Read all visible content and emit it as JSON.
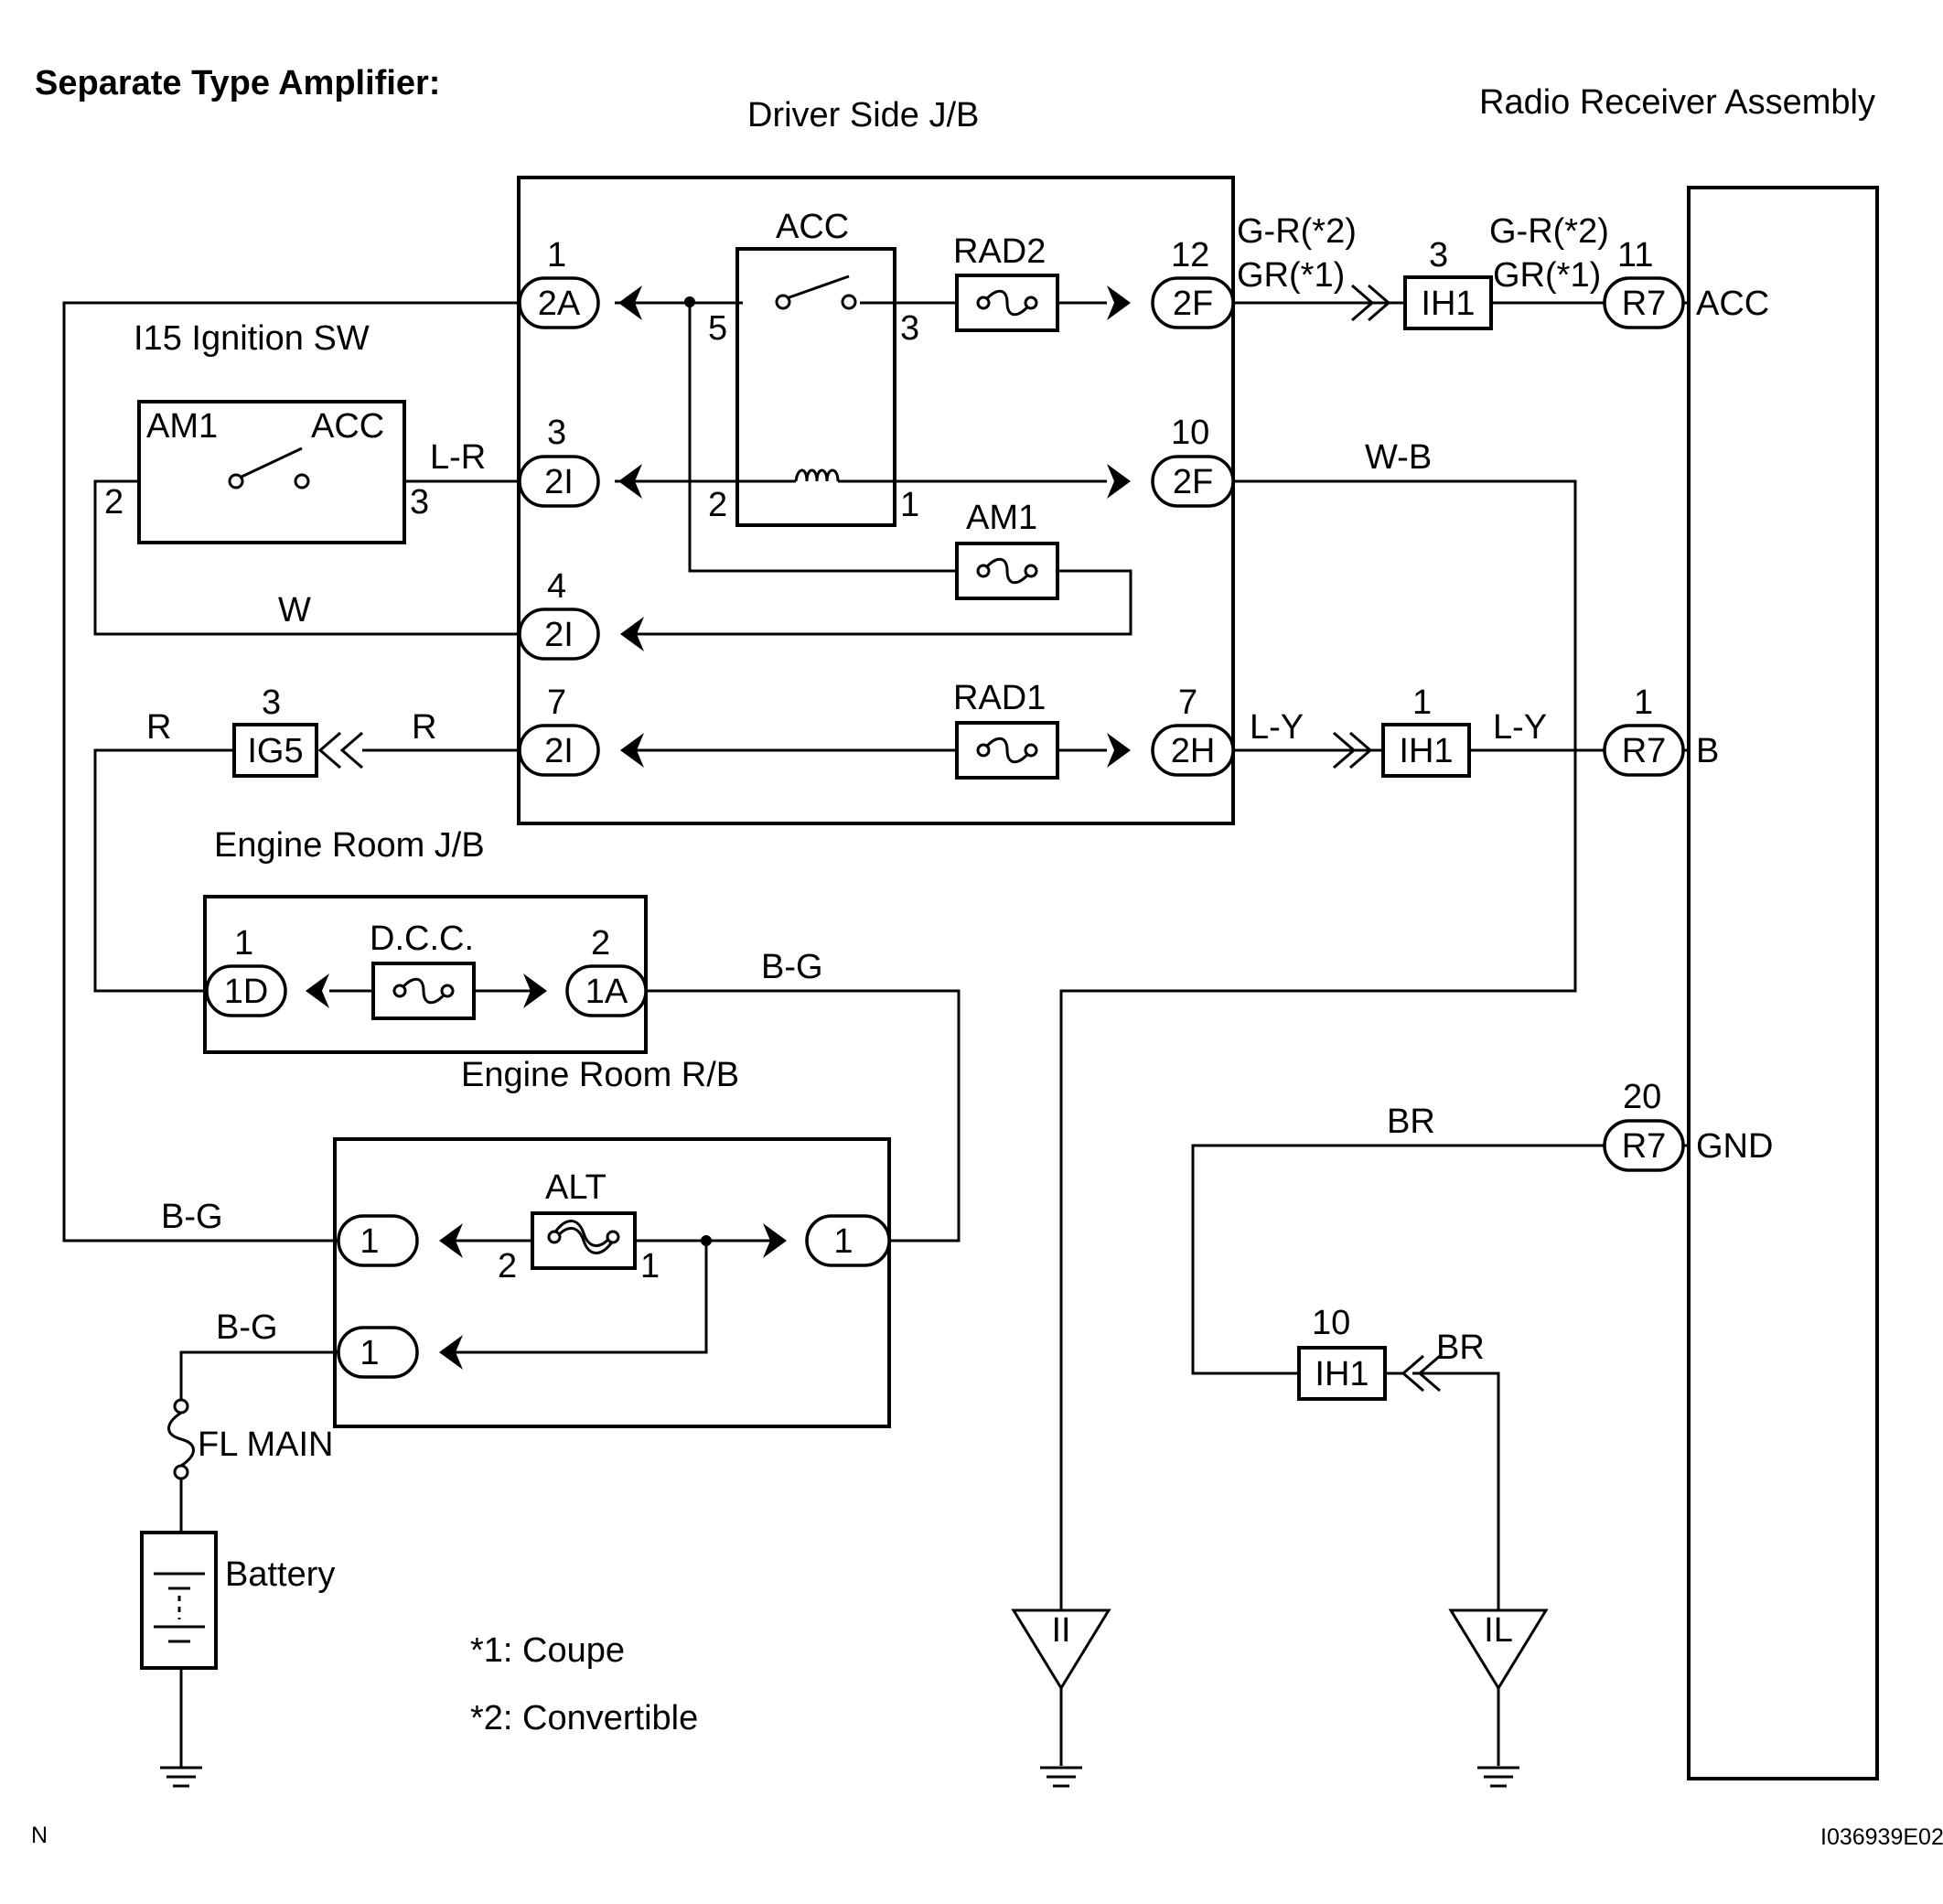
{
  "title": "Separate Type Amplifier:",
  "footer_left": "N",
  "footer_right": "I036939E02",
  "notes": [
    "*1: Coupe",
    "*2: Convertible"
  ],
  "components": {
    "driver_jb": "Driver Side J/B",
    "radio": "Radio Receiver Assembly",
    "ignition_sw": "I15  Ignition SW",
    "ign_am1": "AM1",
    "ign_acc": "ACC",
    "relay_acc": "ACC",
    "rad2": "RAD2",
    "am1_fuse": "AM1",
    "rad1": "RAD1",
    "engine_jb": "Engine Room J/B",
    "dcc": "D.C.C.",
    "engine_rb": "Engine Room R/B",
    "alt": "ALT",
    "fl_main": "FL MAIN",
    "battery": "Battery"
  },
  "connectors": {
    "2A": "2A",
    "2I": "2I",
    "2F": "2F",
    "2H": "2H",
    "IH1": "IH1",
    "R7": "R7",
    "IG5": "IG5",
    "1D": "1D",
    "1A": "1A",
    "one": "1"
  },
  "pins": {
    "p1": "1",
    "p2": "2",
    "p3": "3",
    "p4": "4",
    "p5": "5",
    "p7": "7",
    "p10": "10",
    "p11": "11",
    "p12": "12",
    "p20": "20"
  },
  "wires": {
    "gr2": "G-R(*2)",
    "gr1": "GR(*1)",
    "lr": "L-R",
    "wb": "W-B",
    "w": "W",
    "r": "R",
    "ly": "L-Y",
    "bg": "B-G",
    "br": "BR"
  },
  "terminals": {
    "acc": "ACC",
    "b": "B",
    "gnd": "GND"
  },
  "antenna": {
    "left": "II",
    "right": "IL"
  }
}
